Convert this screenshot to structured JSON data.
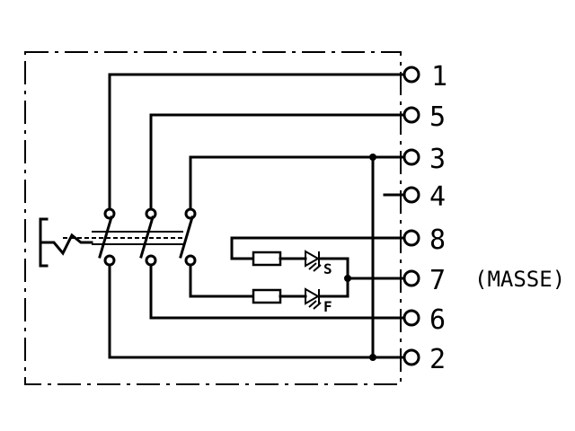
{
  "terminals": [
    {
      "id": "1",
      "label": "1"
    },
    {
      "id": "5",
      "label": "5"
    },
    {
      "id": "3",
      "label": "3"
    },
    {
      "id": "4",
      "label": "4"
    },
    {
      "id": "8",
      "label": "8"
    },
    {
      "id": "7",
      "label": "7"
    },
    {
      "id": "6",
      "label": "6"
    },
    {
      "id": "2",
      "label": "2"
    }
  ],
  "ground_note": "(MASSE)",
  "diodes": {
    "upper": "S",
    "lower": "F"
  }
}
